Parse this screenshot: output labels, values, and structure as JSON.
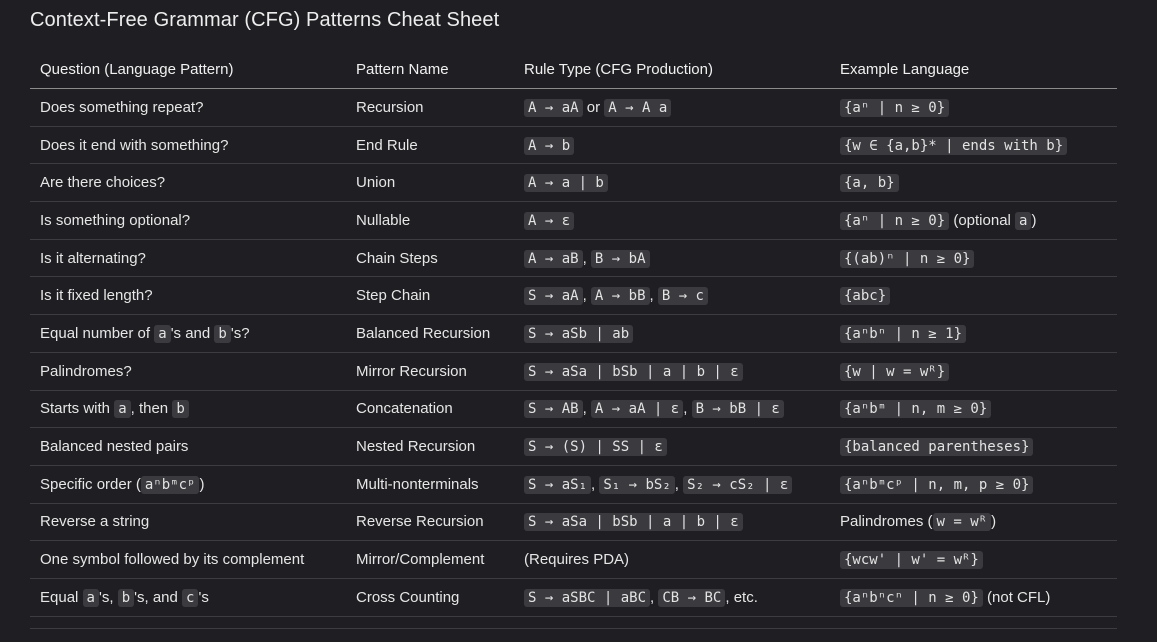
{
  "title": "Context-Free Grammar (CFG) Patterns Cheat Sheet",
  "headers": [
    "Question (Language Pattern)",
    "Pattern Name",
    "Rule Type (CFG Production)",
    "Example Language"
  ],
  "rows": [
    {
      "question": [
        {
          "t": "Does something repeat?"
        }
      ],
      "name": "Recursion",
      "rule": [
        {
          "c": "A → aA"
        },
        {
          "t": " or "
        },
        {
          "c": "A → A a"
        }
      ],
      "example": [
        {
          "c": "{aⁿ | n ≥ 0}"
        }
      ]
    },
    {
      "question": [
        {
          "t": "Does it end with something?"
        }
      ],
      "name": "End Rule",
      "rule": [
        {
          "c": "A → b"
        }
      ],
      "example": [
        {
          "c": "{w ∈ {a,b}* | ends with b}"
        }
      ]
    },
    {
      "question": [
        {
          "t": "Are there choices?"
        }
      ],
      "name": "Union",
      "rule": [
        {
          "c": "A → a | b"
        }
      ],
      "example": [
        {
          "c": "{a, b}"
        }
      ]
    },
    {
      "question": [
        {
          "t": "Is something optional?"
        }
      ],
      "name": "Nullable",
      "rule": [
        {
          "c": "A → ε"
        }
      ],
      "example": [
        {
          "c": "{aⁿ | n ≥ 0}"
        },
        {
          "t": " (optional "
        },
        {
          "c": "a"
        },
        {
          "t": ")"
        }
      ]
    },
    {
      "question": [
        {
          "t": "Is it alternating?"
        }
      ],
      "name": "Chain Steps",
      "rule": [
        {
          "c": "A → aB"
        },
        {
          "t": ", "
        },
        {
          "c": "B → bA"
        }
      ],
      "example": [
        {
          "c": "{(ab)ⁿ | n ≥ 0}"
        }
      ]
    },
    {
      "question": [
        {
          "t": "Is it fixed length?"
        }
      ],
      "name": "Step Chain",
      "rule": [
        {
          "c": "S → aA"
        },
        {
          "t": ", "
        },
        {
          "c": "A → bB"
        },
        {
          "t": ", "
        },
        {
          "c": "B → c"
        }
      ],
      "example": [
        {
          "c": "{abc}"
        }
      ]
    },
    {
      "question": [
        {
          "t": "Equal number of "
        },
        {
          "c": "a"
        },
        {
          "t": "'s and "
        },
        {
          "c": "b"
        },
        {
          "t": "'s?"
        }
      ],
      "name": "Balanced Recursion",
      "rule": [
        {
          "c": "S → aSb | ab"
        }
      ],
      "example": [
        {
          "c": "{aⁿbⁿ | n ≥ 1}"
        }
      ]
    },
    {
      "question": [
        {
          "t": "Palindromes?"
        }
      ],
      "name": "Mirror Recursion",
      "rule": [
        {
          "c": "S → aSa | bSb | a | b | ε"
        }
      ],
      "example": [
        {
          "c": "{w | w = wᴿ}"
        }
      ]
    },
    {
      "question": [
        {
          "t": "Starts with "
        },
        {
          "c": "a"
        },
        {
          "t": ", then "
        },
        {
          "c": "b"
        }
      ],
      "name": "Concatenation",
      "rule": [
        {
          "c": "S → AB"
        },
        {
          "t": ", "
        },
        {
          "c": "A → aA | ε"
        },
        {
          "t": ", "
        },
        {
          "c": "B → bB | ε"
        }
      ],
      "example": [
        {
          "c": "{aⁿbᵐ | n, m ≥ 0}"
        }
      ]
    },
    {
      "question": [
        {
          "t": "Balanced nested pairs"
        }
      ],
      "name": "Nested Recursion",
      "rule": [
        {
          "c": "S → (S) | SS | ε"
        }
      ],
      "example": [
        {
          "c": "{balanced parentheses}"
        }
      ]
    },
    {
      "question": [
        {
          "t": "Specific order ("
        },
        {
          "c": "aⁿbᵐcᵖ"
        },
        {
          "t": ")"
        }
      ],
      "name": "Multi-nonterminals",
      "rule": [
        {
          "c": "S → aS₁"
        },
        {
          "t": ", "
        },
        {
          "c": "S₁ → bS₂"
        },
        {
          "t": ", "
        },
        {
          "c": "S₂ → cS₂ | ε"
        }
      ],
      "example": [
        {
          "c": "{aⁿbᵐcᵖ | n, m, p ≥ 0}"
        }
      ]
    },
    {
      "question": [
        {
          "t": "Reverse a string"
        }
      ],
      "name": "Reverse Recursion",
      "rule": [
        {
          "c": "S → aSa | bSb | a | b | ε"
        }
      ],
      "example": [
        {
          "t": "Palindromes ("
        },
        {
          "c": "w = wᴿ"
        },
        {
          "t": ")"
        }
      ]
    },
    {
      "question": [
        {
          "t": "One symbol followed by its complement"
        }
      ],
      "name": "Mirror/Complement",
      "rule": [
        {
          "t": "(Requires PDA)"
        }
      ],
      "example": [
        {
          "c": "{wcw' | w' = wᴿ}"
        }
      ]
    },
    {
      "question": [
        {
          "t": "Equal "
        },
        {
          "c": "a"
        },
        {
          "t": "'s, "
        },
        {
          "c": "b"
        },
        {
          "t": "'s, and "
        },
        {
          "c": "c"
        },
        {
          "t": "'s"
        }
      ],
      "name": "Cross Counting",
      "rule": [
        {
          "c": "S → aSBC | aBC"
        },
        {
          "t": ", "
        },
        {
          "c": "CB → BC"
        },
        {
          "t": ", etc."
        }
      ],
      "example": [
        {
          "c": "{aⁿbⁿcⁿ | n ≥ 0}"
        },
        {
          "t": " (not CFL)"
        }
      ]
    }
  ]
}
